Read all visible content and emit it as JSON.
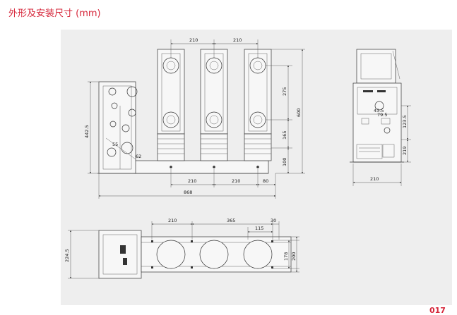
{
  "title": "外形及安装尺寸 (mm)",
  "page_number": "017",
  "front_view": {
    "top_dims": [
      "210",
      "210"
    ],
    "bottom_dims": [
      "210",
      "210",
      "80"
    ],
    "overall_width": "868",
    "left_height": "442.5",
    "right_dims": [
      "275",
      "600",
      "165",
      "100"
    ],
    "mechanism_labels": [
      "55",
      "62"
    ]
  },
  "side_view": {
    "right_dims": [
      "123.5",
      "219"
    ],
    "bottom_dim": "210",
    "small_labels": [
      "79.5",
      "43.5"
    ]
  },
  "plan_view": {
    "top_dims": [
      "210",
      "365",
      "30",
      "115"
    ],
    "left_height": "224.5",
    "right_dims": [
      "178",
      "200"
    ]
  }
}
